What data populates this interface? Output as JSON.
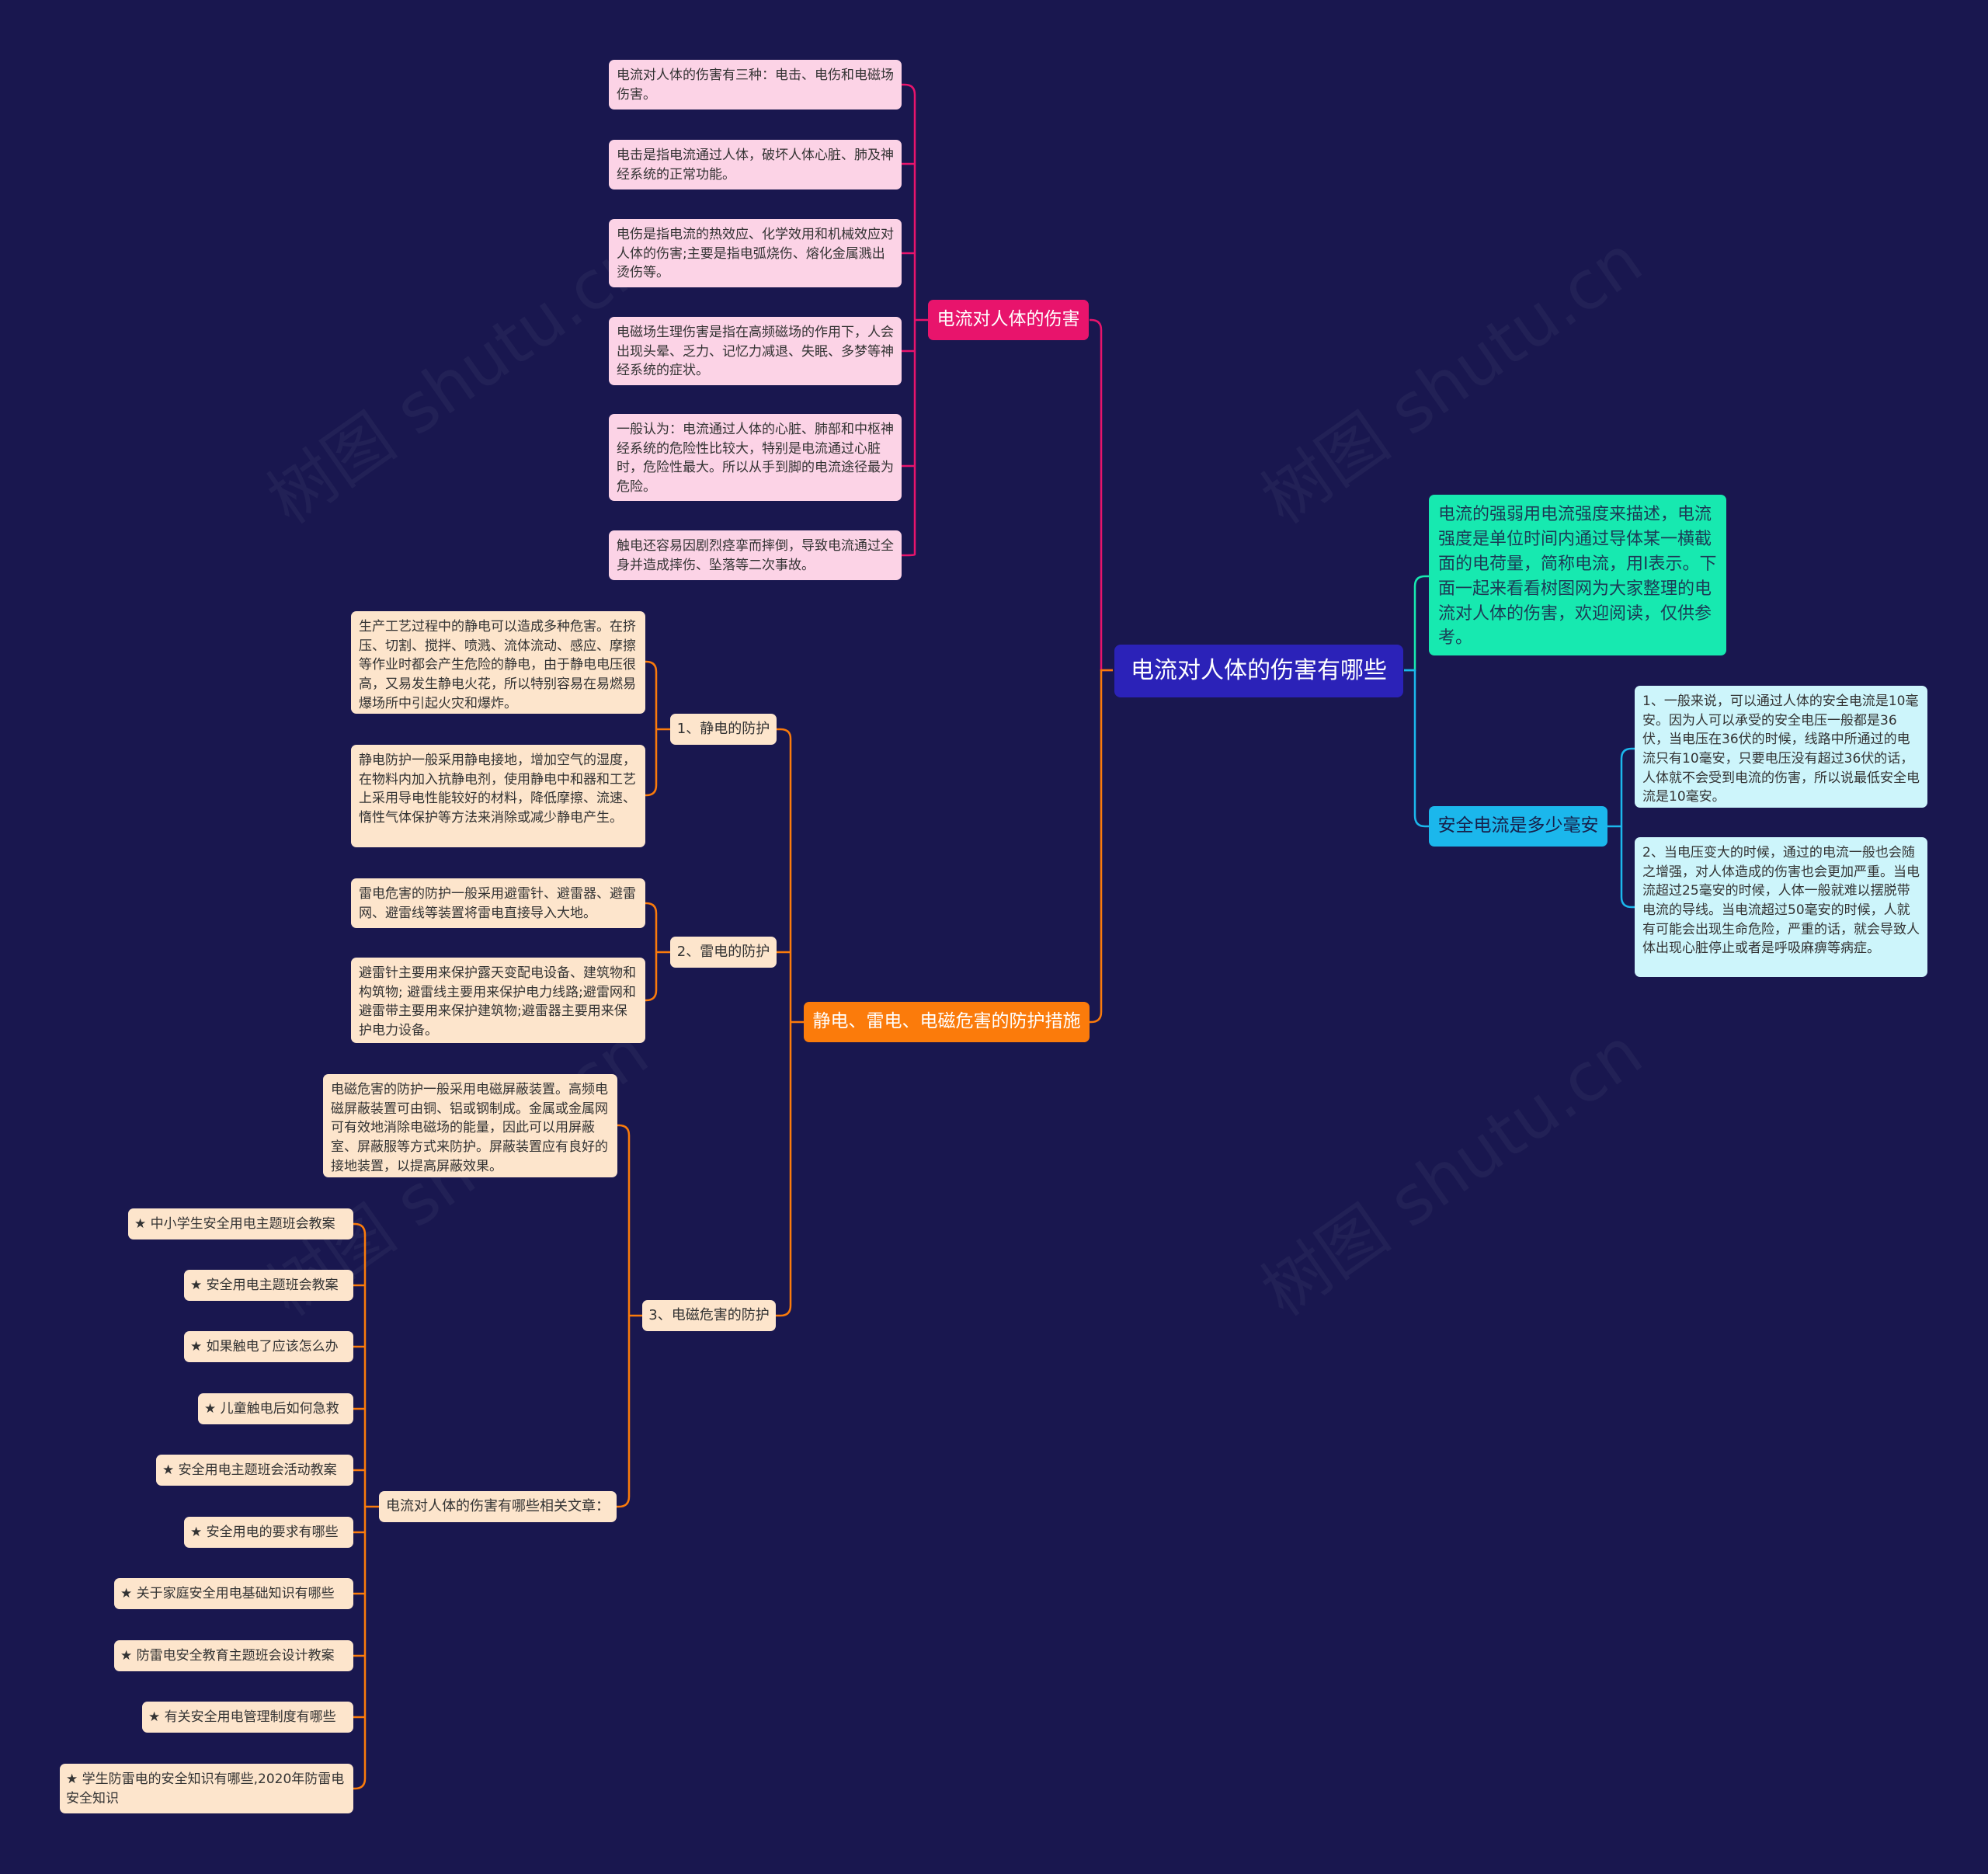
{
  "root": "电流对人体的伤害有哪些",
  "intro": "电流的强弱用电流强度来描述，电流强度是单位时间内通过导体某一横截面的电荷量，简称电流，用I表示。下面一起来看看树图网为大家整理的电流对人体的伤害，欢迎阅读，仅供参考。",
  "harm": {
    "label": "电流对人体的伤害",
    "items": [
      "电流对人体的伤害有三种：电击、电伤和电磁场伤害。",
      "电击是指电流通过人体，破坏人体心脏、肺及神经系统的正常功能。",
      "电伤是指电流的热效应、化学效用和机械效应对人体的伤害;主要是指电弧烧伤、熔化金属溅出烫伤等。",
      "电磁场生理伤害是指在高频磁场的作用下，人会出现头晕、乏力、记忆力减退、失眠、多梦等神经系统的症状。",
      "一般认为：电流通过人体的心脏、肺部和中枢神经系统的危险性比较大，特别是电流通过心脏时，危险性最大。所以从手到脚的电流途径最为危险。",
      "触电还容易因剧烈痉挛而摔倒，导致电流通过全身并造成摔伤、坠落等二次事故。"
    ]
  },
  "protect": {
    "label": "静电、雷电、电磁危害的防护措施",
    "static": {
      "label": "1、静电的防护",
      "items": [
        "生产工艺过程中的静电可以造成多种危害。在挤压、切割、搅拌、喷溅、流体流动、感应、摩擦等作业时都会产生危险的静电，由于静电电压很高，又易发生静电火花，所以特别容易在易燃易爆场所中引起火灾和爆炸。",
        "静电防护一般采用静电接地，增加空气的湿度，在物料内加入抗静电剂，使用静电中和器和工艺上采用导电性能较好的材料，降低摩擦、流速、惰性气体保护等方法来消除或减少静电产生。"
      ]
    },
    "thunder": {
      "label": "2、雷电的防护",
      "items": [
        "雷电危害的防护一般采用避雷针、避雷器、避雷网、避雷线等装置将雷电直接导入大地。",
        "避雷针主要用来保护露天变配电设备、建筑物和构筑物; 避雷线主要用来保护电力线路;避雷网和避雷带主要用来保护建筑物;避雷器主要用来保护电力设备。"
      ]
    },
    "em": {
      "label": "3、电磁危害的防护",
      "text": "电磁危害的防护一般采用电磁屏蔽装置。高频电磁屏蔽装置可由铜、铝或钢制成。金属或金属网可有效地消除电磁场的能量，因此可以用屏蔽室、屏蔽服等方式来防护。屏蔽装置应有良好的接地装置，以提高屏蔽效果。",
      "related": {
        "label": "电流对人体的伤害有哪些相关文章：",
        "articles": [
          "★ 中小学生安全用电主题班会教案",
          "★ 安全用电主题班会教案",
          "★ 如果触电了应该怎么办",
          "★ 儿童触电后如何急救",
          "★ 安全用电主题班会活动教案",
          "★ 安全用电的要求有哪些",
          "★ 关于家庭安全用电基础知识有哪些",
          "★ 防雷电安全教育主题班会设计教案",
          "★ 有关安全用电管理制度有哪些",
          "★ 学生防雷电的安全知识有哪些,2020年防雷电安全知识"
        ]
      }
    }
  },
  "safe": {
    "label": "安全电流是多少毫安",
    "items": [
      "1、一般来说，可以通过人体的安全电流是10毫安。因为人可以承受的安全电压一般都是36伏，当电压在36伏的时候，线路中所通过的电流只有10毫安，只要电压没有超过36伏的话，人体就不会受到电流的伤害，所以说最低安全电流是10毫安。",
      "2、当电压变大的时候，通过的电流一般也会随之增强，对人体造成的伤害也会更加严重。当电流超过25毫安的时候，人体一般就难以摆脱带电流的导线。当电流超过50毫安的时候，人就有可能会出现生命危险，严重的话，就会导致人体出现心脏停止或者是呼吸麻痹等病症。"
    ]
  },
  "watermark": "树图 shutu.cn",
  "colors": {
    "background": "#19174f",
    "root": "#2b22b8",
    "harm": "#e8146c",
    "protect": "#fb7b0b",
    "safe": "#1bb7ec",
    "intro": "#17e9b0"
  }
}
